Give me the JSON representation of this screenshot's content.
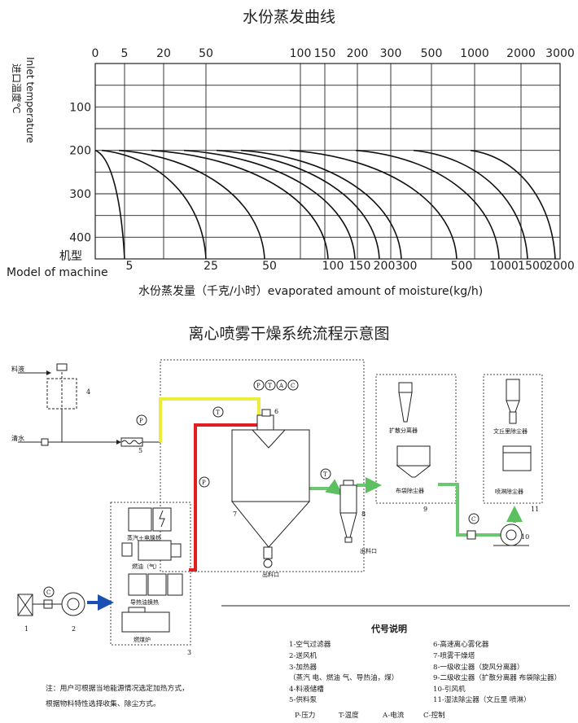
{
  "chart": {
    "title": "水份蒸发曲线",
    "ylabel_cn": "进口温度℃",
    "ylabel_en": "Inlet temperature",
    "model_label_cn": "机型",
    "model_label_en": "Model of machine",
    "xlabel": "水份蒸发量（千克/小时）evaporated amount of moisture(kg/h)"
  },
  "chart_data": {
    "type": "line",
    "title": "水份蒸发曲线",
    "xlabel": "水份蒸发量（千克/小时）evaporated amount of moisture(kg/h)",
    "ylabel": "进口温度℃ Inlet temperature",
    "ylim": [
      450,
      0
    ],
    "y_ticks": [
      "100",
      "200",
      "300",
      "400"
    ],
    "top_ticks": [
      "0",
      "5",
      "20",
      "50",
      "100",
      "150",
      "200",
      "300",
      "500",
      "1000",
      "2000",
      "3000"
    ],
    "bottom_ticks": [
      "5",
      "25",
      "50",
      "100",
      "150",
      "200",
      "300",
      "500",
      "1000",
      "1500",
      "2000"
    ],
    "series_models": [
      "5",
      "25",
      "50",
      "100",
      "150",
      "200",
      "300",
      "500",
      "1000",
      "1500",
      "2000"
    ],
    "curves_start_temperature": 200,
    "grid": true
  },
  "flow": {
    "title": "离心喷雾干燥系统流程示意图",
    "labels": {
      "liquid": "料液",
      "clean_water": "清水",
      "num1": "1",
      "num2": "2",
      "num3": "3",
      "num4": "4",
      "num5": "5",
      "num6": "6",
      "num7": "7",
      "num8": "8",
      "num9": "9",
      "num10": "10",
      "num11": "11",
      "steam_exchanger": "蒸汽＋电换热",
      "oil_burner": "燃油（气）",
      "thermal_oil": "导热油换热",
      "coal_stove": "燃煤炉",
      "outlet_7": "出料口",
      "outlet_8": "出料口",
      "cyclone_9": "扩散分离器",
      "bag_9": "布袋除尘器",
      "venturi_11": "文丘里除尘器",
      "spray_11": "喷淋除尘器",
      "p": "P",
      "t": "T",
      "a": "A",
      "c": "C"
    }
  },
  "legend": {
    "title": "代号说明",
    "items_left": [
      "1-空气过滤器",
      "2-送风机",
      "3-加热器",
      "（蒸汽 电、燃油 气、导热油，煤）",
      "4-料液储槽",
      "5-供料泵"
    ],
    "items_right": [
      "6-高速离心雾化器",
      "7-喷雾干燥塔",
      "8-一级收尘器（旋风分离器）",
      "9-二级收尘器（扩散分离器 布袋除尘器）",
      "10-引风机",
      "11-湿法除尘器（文丘里 喷淋）"
    ],
    "codes": [
      "P-压力",
      "T-温度",
      "A-电流",
      "C-控制"
    ]
  },
  "note": {
    "line1": "注：用户可根据当地能源情况选定加热方式，",
    "line2": "根据物料特性选择收集、除尘方式。"
  },
  "colors": {
    "yellow_duct": "#ecec3c",
    "red_duct": "#e02020",
    "blue_duct": "#1c4fb3",
    "green_duct": "#6cc870",
    "line": "#222222"
  }
}
